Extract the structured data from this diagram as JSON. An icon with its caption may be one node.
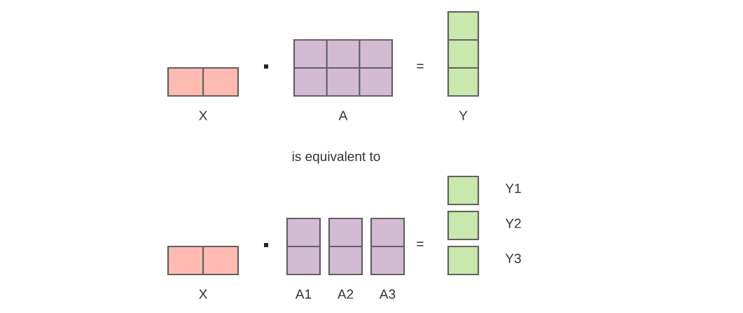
{
  "diagram": {
    "nodes": [
      {
        "text": [],
        "shape": "box",
        "beside": [
          "X"
        ]
      },
      {
        "text": [],
        "shape": "box",
        "beside": [
          "A"
        ]
      },
      {
        "text": [],
        "shape": "box",
        "beside": [
          "Y"
        ]
      },
      {
        "text": [],
        "shape": "box",
        "beside": [
          "X"
        ]
      },
      {
        "text": [],
        "shape": "box",
        "beside": [
          "A1"
        ]
      },
      {
        "text": [],
        "shape": "box",
        "beside": [
          "A2"
        ]
      },
      {
        "text": [],
        "shape": "box",
        "beside": [
          "A3"
        ]
      },
      {
        "text": [],
        "shape": "box",
        "beside": [
          "Y1"
        ]
      },
      {
        "text": [],
        "shape": "box",
        "beside": [
          "Y2"
        ]
      },
      {
        "text": [],
        "shape": "box",
        "beside": [
          "Y3"
        ]
      }
    ],
    "labels": [
      "=",
      "is equivalent to",
      "="
    ]
  }
}
